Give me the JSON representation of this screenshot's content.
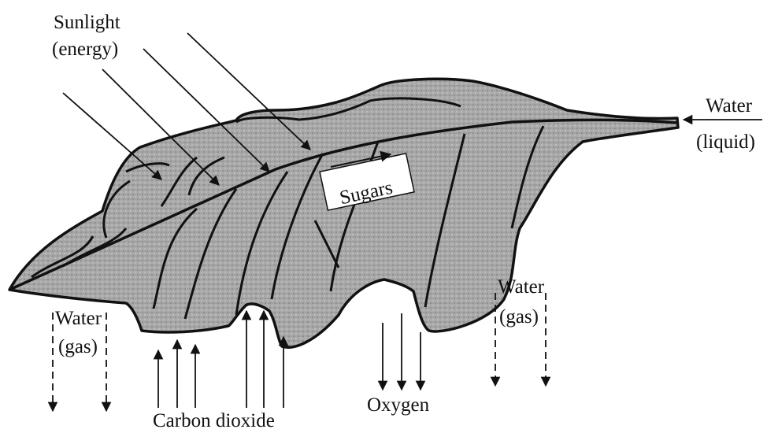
{
  "labels": {
    "sunlight_line1": "Sunlight",
    "sunlight_line2": "(energy)",
    "water_liquid_line1": "Water",
    "water_liquid_line2": "(liquid)",
    "sugars": "Sugars",
    "water_gas_left_line1": "Water",
    "water_gas_left_line2": "(gas)",
    "water_gas_right_line1": "Water",
    "water_gas_right_line2": "(gas)",
    "carbon_dioxide": "Carbon dioxide",
    "oxygen": "Oxygen"
  },
  "colors": {
    "leaf_fill": "#a9a9a9",
    "outline": "#111111",
    "background": "#ffffff"
  }
}
